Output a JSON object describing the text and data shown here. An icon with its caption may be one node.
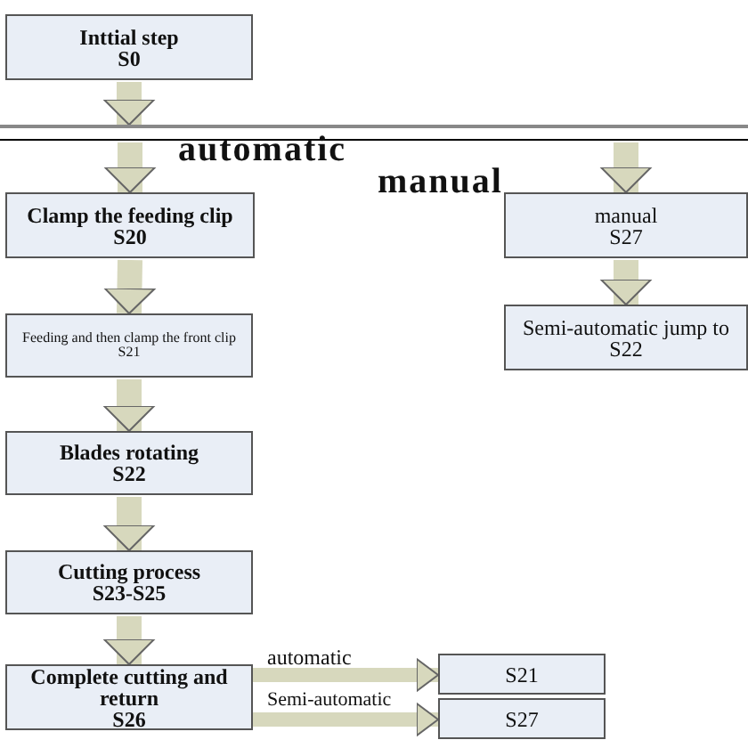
{
  "diagram": {
    "nodes": [
      {
        "text": [
          "Inttial step",
          "S0"
        ]
      },
      {
        "text": [],
        "shape": "bar"
      },
      {
        "text": [
          "Clamp the feeding clip",
          "S20"
        ]
      },
      {
        "text": [
          "Feeding and then clamp the front clip",
          "S21"
        ]
      },
      {
        "text": [
          "Blades rotating",
          "S22"
        ]
      },
      {
        "text": [
          "Cutting process",
          "S23-S25"
        ]
      },
      {
        "text": [
          "Complete cutting and return",
          "S26"
        ]
      },
      {
        "text": [
          "manual",
          "S27"
        ]
      },
      {
        "text": [
          "Semi-automatic jump to S22"
        ]
      },
      {
        "text": [
          "S21"
        ]
      },
      {
        "text": [
          "S27"
        ]
      }
    ],
    "edges": [
      {
        "from": 0,
        "to": 1,
        "arrow": "to"
      },
      {
        "from": 1,
        "to": 2,
        "arrow": "to",
        "label": "automatic"
      },
      {
        "from": 1,
        "to": 7,
        "arrow": "to",
        "label": "manual"
      },
      {
        "from": 2,
        "to": 3,
        "arrow": "to"
      },
      {
        "from": 3,
        "to": 4,
        "arrow": "to"
      },
      {
        "from": 4,
        "to": 5,
        "arrow": "to"
      },
      {
        "from": 5,
        "to": 6,
        "arrow": "to"
      },
      {
        "from": 7,
        "to": 8,
        "arrow": "to"
      },
      {
        "from": 6,
        "to": 9,
        "arrow": "to",
        "label": "automatic"
      },
      {
        "from": 6,
        "to": 10,
        "arrow": "to",
        "label": "Semi-automatic"
      }
    ]
  }
}
